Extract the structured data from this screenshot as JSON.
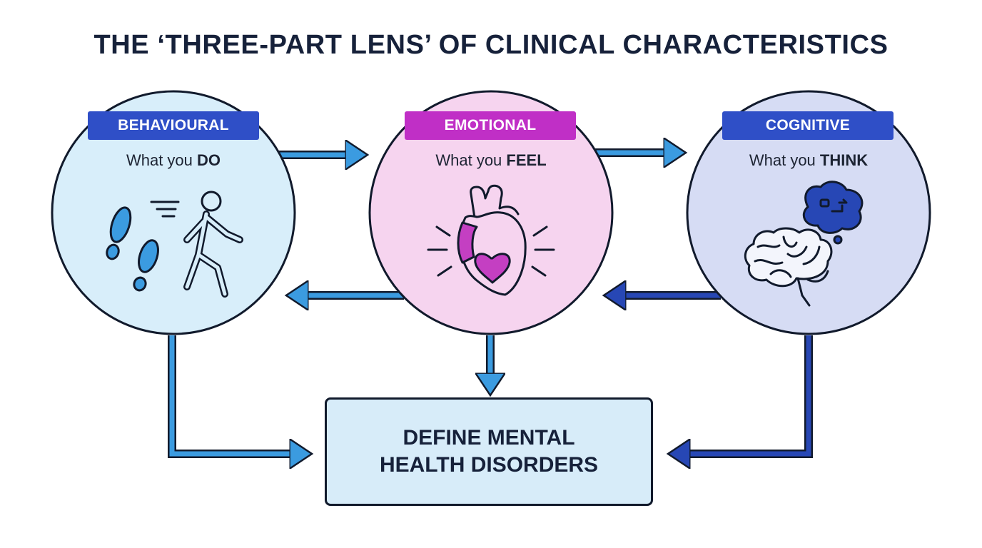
{
  "title": "THE ‘THREE-PART LENS’ OF CLINICAL CHARACTERISTICS",
  "lenses": [
    {
      "label": "BEHAVIOURAL",
      "prefix": "What you ",
      "keyword": "DO",
      "icon": "walking-person-with-footprints-icon",
      "tab_color": "#2f4fc7",
      "fill_color": "#d8eefa"
    },
    {
      "label": "EMOTIONAL",
      "prefix": "What you ",
      "keyword": "FEEL",
      "icon": "heart-icon",
      "tab_color": "#c02fc6",
      "fill_color": "#f6d4ef"
    },
    {
      "label": "COGNITIVE",
      "prefix": "What you ",
      "keyword": "THINK",
      "icon": "brain-with-thought-bubble-icon",
      "tab_color": "#2f4fc7",
      "fill_color": "#d6dcf4"
    }
  ],
  "outcome": {
    "line1": "DEFINE MENTAL",
    "line2": "HEALTH DISORDERS",
    "fill_color": "#d7ecf9"
  },
  "colors": {
    "arrow_light": "#3b9be0",
    "arrow_dark": "#2747b5",
    "outline": "#111a2c",
    "accent_magenta": "#c43fc2",
    "footprint_blue": "#3b9be0"
  }
}
